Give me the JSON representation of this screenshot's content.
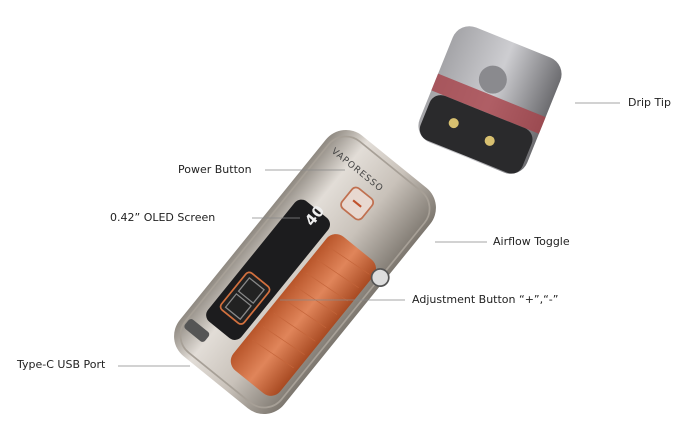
{
  "brand_logo": "VAPORESSO",
  "screen_readout": "40",
  "labels": {
    "drip_tip": "Drip Tip",
    "power_button": "Power Button",
    "oled_screen": "0.42” OLED Screen",
    "airflow_toggle": "Airflow Toggle",
    "adjustment_button": "Adjustment Button “+”,“-”",
    "usb_port": "Type-C USB Port"
  },
  "colors": {
    "body_metal": "#c9c2ba",
    "leather": "#d26a3a",
    "screen": "#1c1c1e",
    "pod": "#6b6b6e",
    "leader_line": "#888888"
  }
}
